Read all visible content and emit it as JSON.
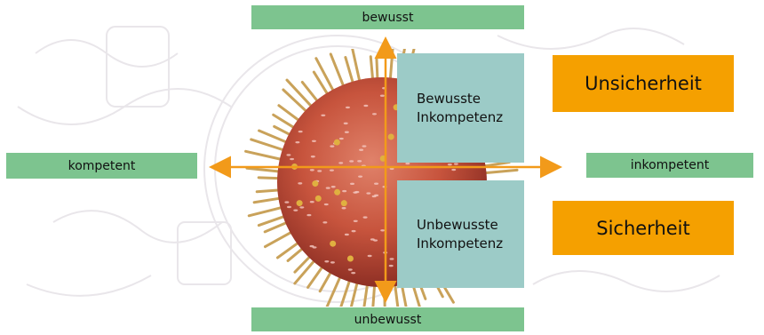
{
  "axes": {
    "top": "bewusst",
    "bottom": "unbewusst",
    "left": "kompetent",
    "right": "inkompetent"
  },
  "quadrants": {
    "upper": {
      "line1": "Bewusste",
      "line2": "Inkompetenz"
    },
    "lower": {
      "line1": "Unbewusste",
      "line2": "Inkompetenz"
    }
  },
  "states": {
    "upper": "Unsicherheit",
    "lower": "Sicherheit"
  },
  "colors": {
    "axis_label_bg": "#7dc48f",
    "quadrant_bg": "#9ccbc7",
    "state_bg": "#f5a000",
    "arrow": "#f29a1a"
  }
}
